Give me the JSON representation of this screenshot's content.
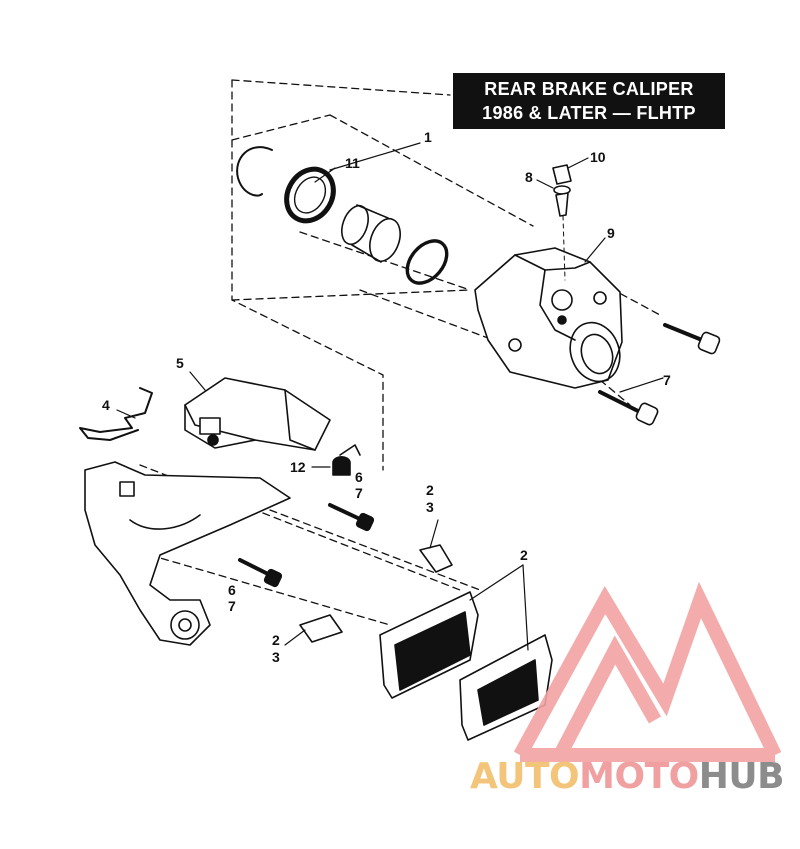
{
  "title": {
    "line1": "REAR BRAKE CALIPER",
    "line2": "1986 & LATER — FLHTP"
  },
  "callouts": [
    {
      "id": "c1",
      "label": "1"
    },
    {
      "id": "c2a",
      "label": "2"
    },
    {
      "id": "c3a",
      "label": "3"
    },
    {
      "id": "c2b",
      "label": "2"
    },
    {
      "id": "c2c",
      "label": "2"
    },
    {
      "id": "c3c",
      "label": "3"
    },
    {
      "id": "c4",
      "label": "4"
    },
    {
      "id": "c5",
      "label": "5"
    },
    {
      "id": "c6a",
      "label": "6"
    },
    {
      "id": "c7a",
      "label": "7"
    },
    {
      "id": "c6b",
      "label": "6"
    },
    {
      "id": "c7b",
      "label": "7"
    },
    {
      "id": "c7c",
      "label": "7"
    },
    {
      "id": "c8",
      "label": "8"
    },
    {
      "id": "c9",
      "label": "9"
    },
    {
      "id": "c10",
      "label": "10"
    },
    {
      "id": "c11",
      "label": "11"
    },
    {
      "id": "c12",
      "label": "12"
    }
  ],
  "watermark": {
    "part1": "AUTO",
    "part2": "MOTO",
    "part3": "HUB",
    "colors": {
      "auto": "#f3c57a",
      "moto": "#f0a0a0",
      "hub": "#8c8c8c",
      "logo": "#f2a3a3"
    }
  }
}
